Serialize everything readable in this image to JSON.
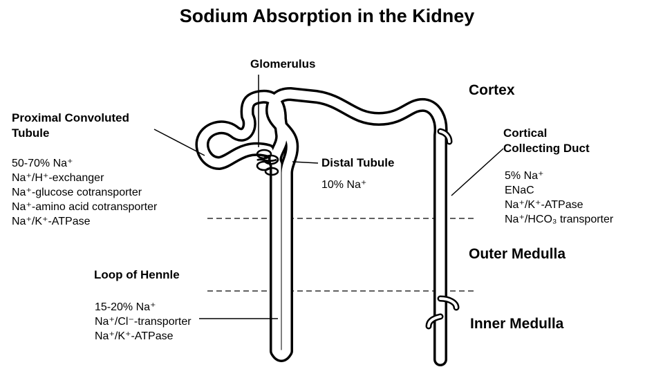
{
  "title": "Sodium Absorption in the Kidney",
  "labels": {
    "glomerulus": "Glomerulus",
    "pct_heading": [
      "Proximal Convoluted",
      "Tubule"
    ],
    "ccd_heading": [
      "Cortical",
      "Collecting Duct"
    ],
    "distal_heading": "Distal Tubule",
    "loop_heading": "Loop of Hennle"
  },
  "zones": {
    "cortex": "Cortex",
    "outer_medulla": "Outer Medulla",
    "inner_medulla": "Inner Medulla"
  },
  "pct_items": [
    "50-70% Na⁺",
    "Na⁺/H⁺-exchanger",
    "Na⁺-glucose cotransporter",
    "Na⁺-amino acid cotransporter",
    "Na⁺/K⁺-ATPase"
  ],
  "distal_items": [
    "10% Na⁺"
  ],
  "ccd_items": [
    "5% Na⁺",
    "ENaC",
    "Na⁺/K⁺-ATPase",
    "Na⁺/HCO₃ transporter"
  ],
  "loop_items": [
    "15-20% Na⁺",
    "Na⁺/Cl⁻-transporter",
    "Na⁺/K⁺-ATPase"
  ]
}
